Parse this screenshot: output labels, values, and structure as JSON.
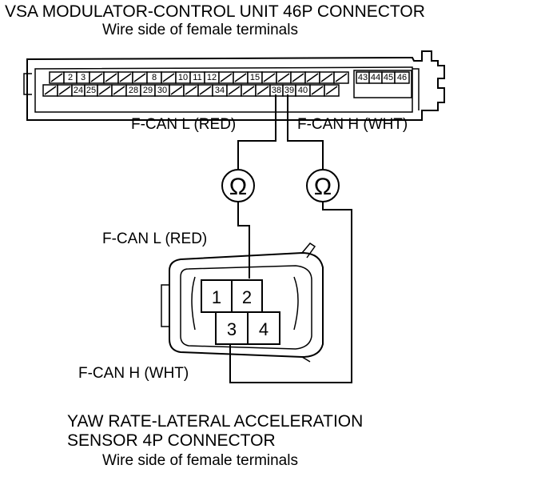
{
  "top_title": "VSA MODULATOR-CONTROL UNIT 46P CONNECTOR",
  "top_subtitle": "Wire side of female terminals",
  "modulator_row1_terminals": [
    "2",
    "3",
    "8",
    "10",
    "11",
    "12",
    "15",
    "43",
    "44",
    "45",
    "46"
  ],
  "modulator_row2_terminals": [
    "24",
    "25",
    "28",
    "29",
    "30",
    "34",
    "38",
    "39",
    "40"
  ],
  "wire_labels": {
    "fcan_l_upper": "F-CAN L (RED)",
    "fcan_h_upper": "F-CAN H (WHT)",
    "fcan_l_lower": "F-CAN L (RED)",
    "fcan_h_lower": "F-CAN H (WHT)"
  },
  "meters": [
    {
      "symbol": "Ω",
      "icon": "ohmmeter-icon"
    },
    {
      "symbol": "Ω",
      "icon": "ohmmeter-icon"
    }
  ],
  "sensor_terminals": [
    "1",
    "2",
    "3",
    "4"
  ],
  "bottom_title_line1": "YAW RATE-LATERAL ACCELERATION",
  "bottom_title_line2": "SENSOR 4P CONNECTOR",
  "bottom_subtitle": "Wire side of female terminals"
}
